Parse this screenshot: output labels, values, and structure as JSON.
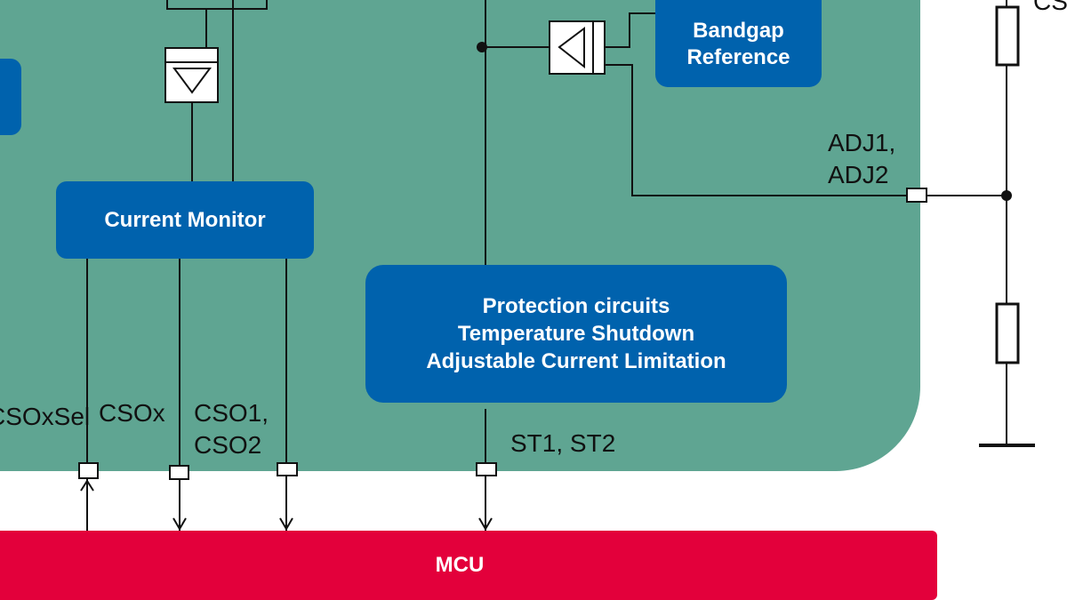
{
  "blocks": {
    "bandgap": "Bandgap\nReference",
    "current_monitor": "Current Monitor",
    "protection": "Protection circuits\nTemperature Shutdown\nAdjustable Current Limitation",
    "mcu": "MCU"
  },
  "pins": {
    "adj": "ADJ1,\nADJ2",
    "csoxsel": "CSOxSel",
    "csox": "CSOx",
    "cso12": "CSO1,\nCSO2",
    "st": "ST1, ST2",
    "top_right": "CS"
  },
  "colors": {
    "chip": "#5fa592",
    "block": "#0062ad",
    "mcu": "#e3003b"
  }
}
